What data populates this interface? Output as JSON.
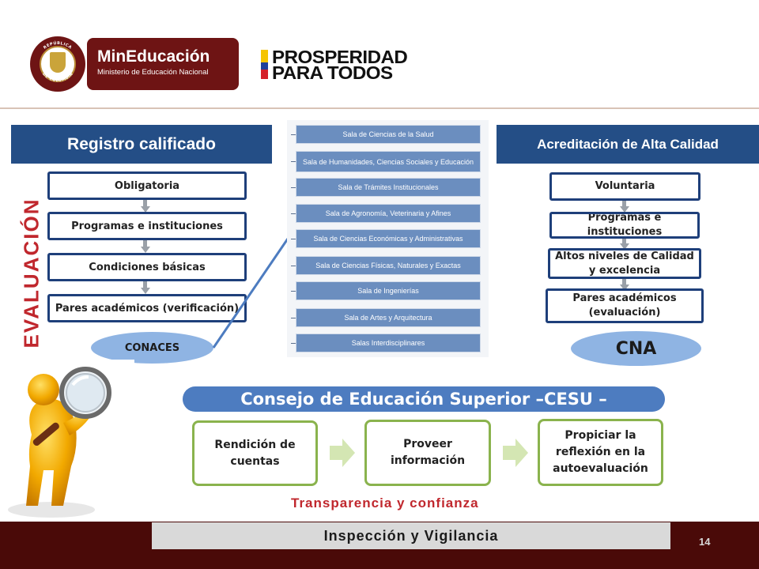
{
  "header": {
    "seal_text_top": "REPÚBLICA",
    "seal_text_bottom": "DE COLOMBIA",
    "ministry_title": "MinEducación",
    "ministry_subtitle": "Ministerio de Educación Nacional",
    "campaign_line1": "PROSPERIDAD",
    "campaign_line2": "PARA TODOS"
  },
  "registro": {
    "title": "Registro calificado",
    "vertical_label": "EVALUACIÓN",
    "steps": [
      "Obligatoria",
      "Programas e instituciones",
      "Condiciones básicas",
      "Pares académicos (verificación)"
    ],
    "body_label": "CONACES"
  },
  "salas": [
    "Sala de Ciencias de la Salud",
    "Sala de Humanidades, Ciencias Sociales y Educación",
    "Sala de Trámites Institucionales",
    "Sala de Agronomía, Veterinaria y Afines",
    "Sala de Ciencias Económicas y Administrativas",
    "Sala de Ciencias Físicas, Naturales y Exactas",
    "Sala de Ingenierías",
    "Sala de Artes y Arquitectura",
    "Salas Interdisciplinares"
  ],
  "acreditacion": {
    "title": "Acreditación de Alta Calidad",
    "steps": [
      "Voluntaria",
      "Programas e instituciones",
      "Altos niveles de Calidad y excelencia",
      "Pares académicos (evaluación)"
    ],
    "body_label": "CNA"
  },
  "cesu": {
    "title": "Consejo de Educación Superior –CESU –",
    "boxes": [
      "Rendición de cuentas",
      "Proveer información",
      "Propiciar la reflexión en la autoevaluación"
    ],
    "caption": "Transparencia  y confianza"
  },
  "footer": {
    "label": "Inspección y Vigilancia",
    "page_number": "14"
  },
  "colors": {
    "brand_maroon": "#6e1414",
    "header_blue": "#244e86",
    "sala_blue": "#6b8ebf",
    "accent_red": "#c0272d",
    "green": "#8ab34d",
    "footer": "#4a0a08"
  }
}
